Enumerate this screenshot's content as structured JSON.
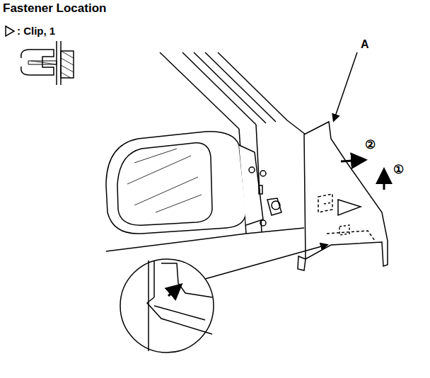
{
  "diagram": {
    "title": "Fastener Location",
    "labels": [
      ": Clip, 1",
      "A",
      "②",
      "①"
    ]
  }
}
